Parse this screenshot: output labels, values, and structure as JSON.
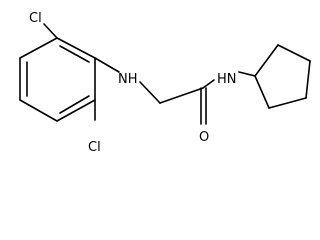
{
  "molecule": {
    "atoms": {
      "chlorine_top": "Cl",
      "chlorine_bottom": "Cl",
      "amine_nh": "NH",
      "amide_nh": "HN",
      "carbonyl_o": "O"
    }
  }
}
